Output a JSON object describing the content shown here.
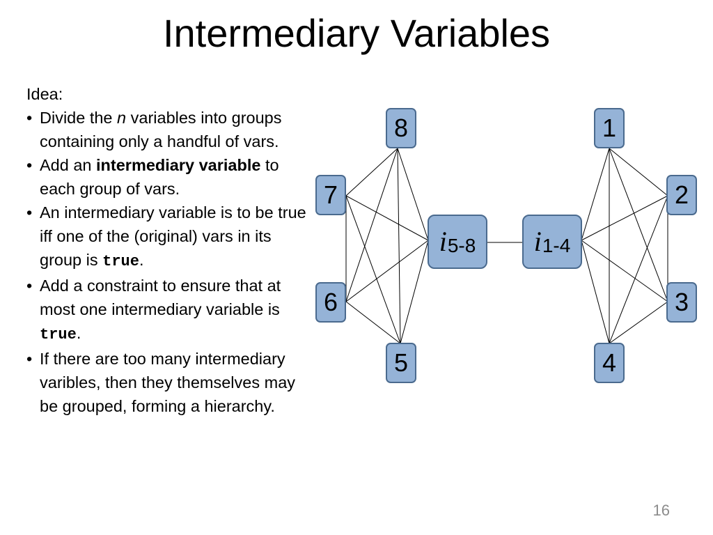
{
  "title": "Intermediary Variables",
  "idea_label": "Idea:",
  "bullets": [
    {
      "pre": "Divide the ",
      "em": "n",
      "post": " variables into groups containing only a handful of vars."
    },
    {
      "pre": "Add an ",
      "strong": "intermediary variable",
      "post": " to each group of vars."
    },
    {
      "pre": "An intermediary variable is to be true iff one of the (original) vars in its group is ",
      "code": "true",
      "post": "."
    },
    {
      "pre": "Add a constraint to ensure that at most one intermediary variable is ",
      "code": "true",
      "post": "."
    },
    {
      "text": "If there are too many intermediary varibles, then they themselves may be grouped, forming a hierarchy."
    }
  ],
  "diagram": {
    "nodes": {
      "n8": "8",
      "n7": "7",
      "n6": "6",
      "n5": "5",
      "n1": "1",
      "n2": "2",
      "n3": "3",
      "n4": "4",
      "i58": {
        "var": "i",
        "sub": "5-8"
      },
      "i14": {
        "var": "i",
        "sub": "1-4"
      }
    },
    "colors": {
      "node_fill": "#95b3d7",
      "node_border": "#4a6a8e",
      "edge": "#000000"
    }
  },
  "page_number": "16"
}
